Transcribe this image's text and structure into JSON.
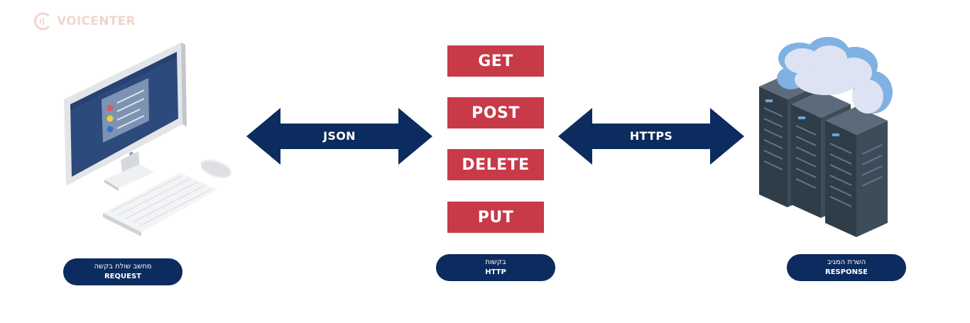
{
  "logo": {
    "brand": "VOICENTER"
  },
  "methods": [
    "GET",
    "POST",
    "DELETE",
    "PUT"
  ],
  "arrows": {
    "left_label": "JSON",
    "right_label": "HTTPS"
  },
  "captions": {
    "client": {
      "hebrew": "מחשב שולח בקשה",
      "english": "REQUEST"
    },
    "http": {
      "hebrew": "בקשות",
      "english": "HTTP"
    },
    "server": {
      "hebrew": "השרת המגיב",
      "english": "RESPONSE"
    }
  },
  "colors": {
    "navy": "#0c2b5e",
    "method_red": "#c83a48",
    "logo_peach": "#f1d5cf",
    "cloud_blue": "#7fb1e3",
    "server_dark": "#2f3d49"
  }
}
